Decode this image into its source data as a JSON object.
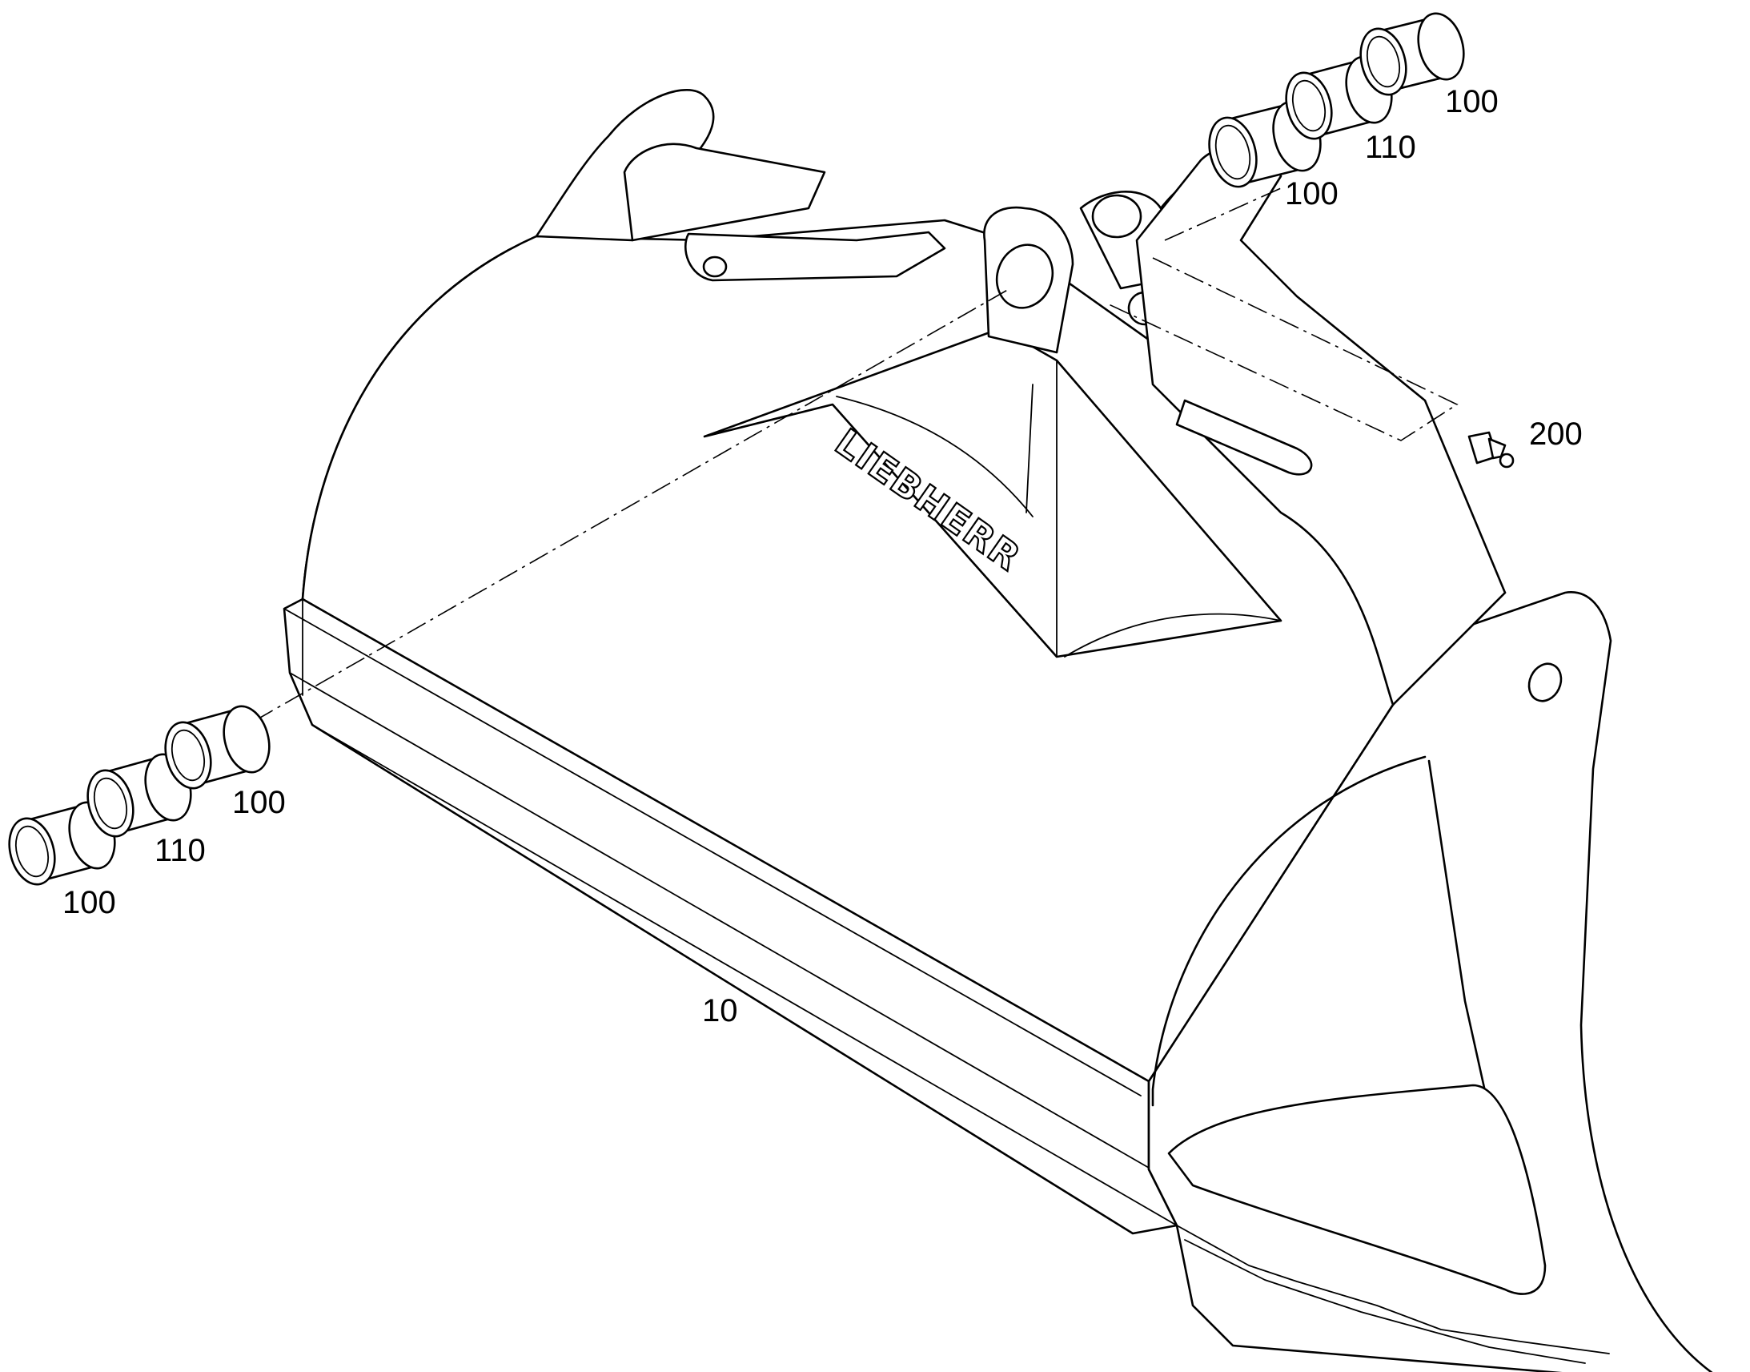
{
  "brand": "LIEBHERR",
  "callouts": {
    "bucket": "10",
    "bushing_right_1": "100",
    "bushing_right_2": "110",
    "bushing_right_3": "100",
    "bushing_left_1": "100",
    "bushing_left_2": "110",
    "bushing_left_3": "100",
    "grease_nipple": "200"
  }
}
